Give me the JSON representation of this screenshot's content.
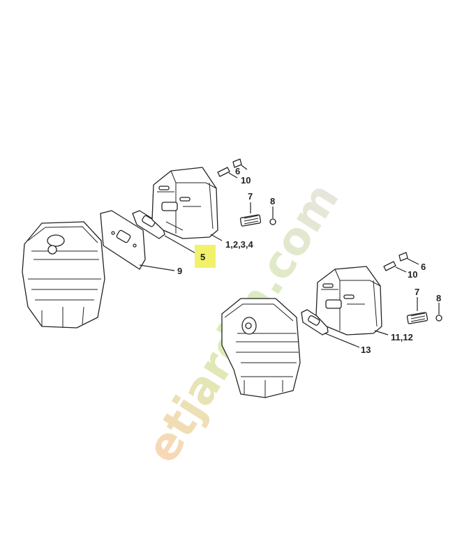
{
  "diagram": {
    "highlight_color": "#f2f26a",
    "callouts_top": {
      "screw_6": "6",
      "screw_10": "10",
      "spark_screen_7": "7",
      "screw_8": "8",
      "muffler": "1,2,3,4",
      "gasket_highlighted": "5",
      "plate_9": "9"
    },
    "callouts_bottom": {
      "screw_6": "6",
      "screw_10": "10",
      "spark_screen_7": "7",
      "screw_8": "8",
      "muffler": "11,12",
      "gasket": "13"
    },
    "watermark": "etjardin.com",
    "watermark_colors": [
      "#f5b87a",
      "#b9e07a",
      "#d8d0c0"
    ]
  }
}
